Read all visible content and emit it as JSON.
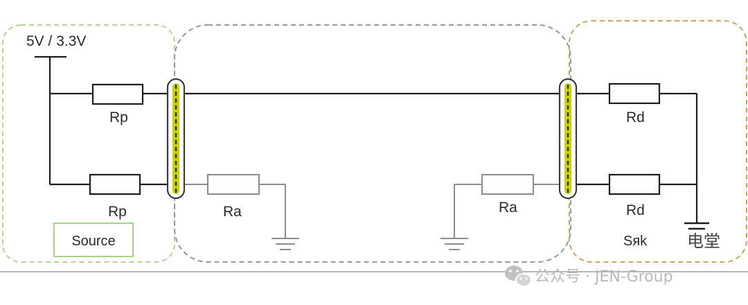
{
  "supply_label": "5V / 3.3V",
  "resistors": {
    "rp_top": "Rp",
    "rp_bottom": "Rp",
    "ra_left": "Ra",
    "ra_right": "Ra",
    "rd_top": "Rd",
    "rd_bottom": "Rd"
  },
  "regions": {
    "source_label": "Source",
    "sink_label": "Sᴙk",
    "sink_suffix": "电堂"
  },
  "watermark": {
    "text": "公众号 · JEN-Group"
  },
  "colors": {
    "source_border": "#a9d18e",
    "cable_border": "#8a8d96",
    "sink_border": "#c59a55",
    "connector_fill": "#c8d400",
    "wire": "#1c1c1c",
    "gray_wire": "#8c8c8c"
  }
}
